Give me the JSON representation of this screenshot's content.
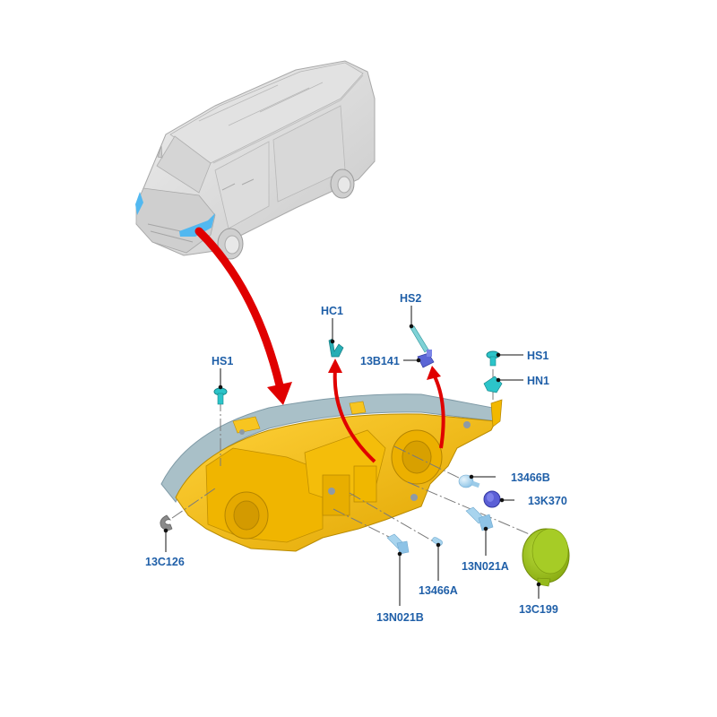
{
  "diagram": {
    "title": "Headlamp assembly exploded view",
    "vehicle": {
      "name": "van",
      "highlight": "front-left-headlamp"
    },
    "colors": {
      "label_text": "#1f5fa8",
      "headlamp_housing": "#f2b800",
      "headlamp_lens": "#9fb8c4",
      "arrow": "#e00000",
      "fastener": "#2cc4c9",
      "bulb": "#a8d4ee",
      "socket_purple": "#5b5fd6",
      "cap_green": "#9cc21b",
      "clip_gray": "#8a8a8a",
      "vehicle_body": "#d9d9d9",
      "vehicle_highlight": "#52b8f0"
    },
    "callouts": [
      {
        "id": "HS1_left",
        "label": "HS1",
        "part": "screw"
      },
      {
        "id": "HC1",
        "label": "HC1",
        "part": "clip"
      },
      {
        "id": "HS2",
        "label": "HS2",
        "part": "adjuster screw"
      },
      {
        "id": "13B141",
        "label": "13B141",
        "part": "actuator"
      },
      {
        "id": "HS1_right",
        "label": "HS1",
        "part": "screw"
      },
      {
        "id": "HN1",
        "label": "HN1",
        "part": "nut"
      },
      {
        "id": "13466B",
        "label": "13466B",
        "part": "bulb"
      },
      {
        "id": "13K370",
        "label": "13K370",
        "part": "bulb holder"
      },
      {
        "id": "13N021A",
        "label": "13N021A",
        "part": "bulb"
      },
      {
        "id": "13C199",
        "label": "13C199",
        "part": "cover cap"
      },
      {
        "id": "13466A",
        "label": "13466A",
        "part": "bulb"
      },
      {
        "id": "13N021B",
        "label": "13N021B",
        "part": "bulb"
      },
      {
        "id": "13C126",
        "label": "13C126",
        "part": "clip"
      }
    ]
  }
}
